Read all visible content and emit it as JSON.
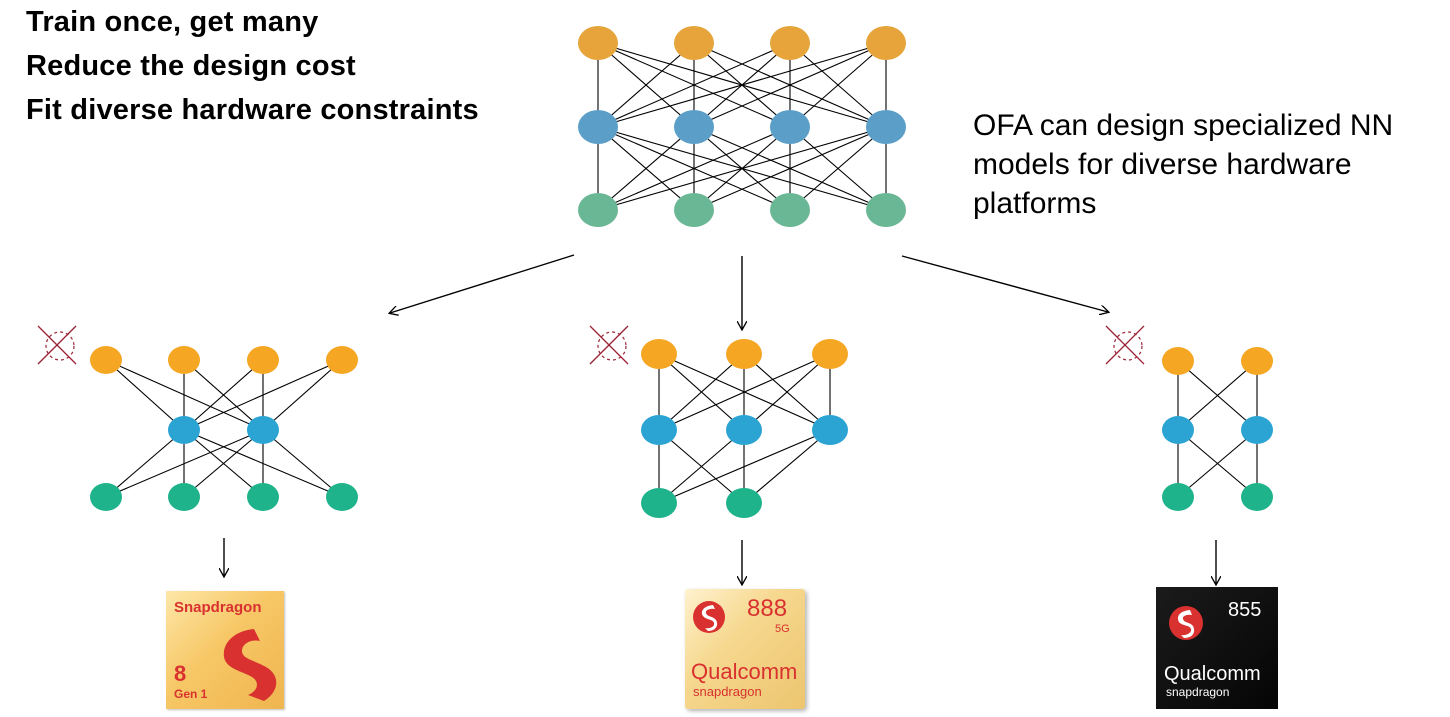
{
  "bullets": [
    "Train once, get many",
    "Reduce the design cost",
    "Fit diverse hardware constraints"
  ],
  "caption": "OFA can design specialized NN models for diverse hardware platforms",
  "colors": {
    "top_layer1": "#e6a43a",
    "top_layer2": "#5b9fc9",
    "top_layer3": "#6ab795",
    "sub_orange": "#f5a623",
    "sub_blue": "#2ba4d4",
    "sub_green": "#1fb38c",
    "cross_red": "#9b2335"
  },
  "chips": {
    "snapdragon_8gen1": {
      "brand": "Snapdragon",
      "model": "8",
      "gen": "Gen 1"
    },
    "snapdragon_888": {
      "model": "888",
      "suffix": "5G",
      "brand": "Qualcomm",
      "sub": "snapdragon"
    },
    "snapdragon_855": {
      "model": "855",
      "brand": "Qualcomm",
      "sub": "snapdragon"
    }
  }
}
